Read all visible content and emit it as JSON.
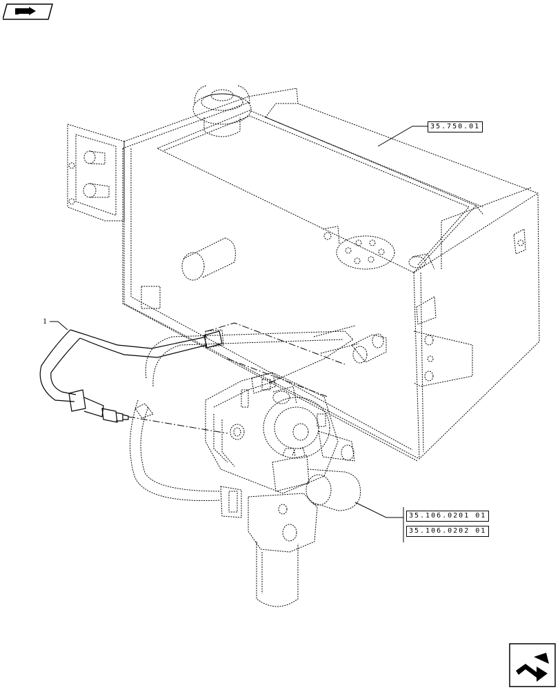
{
  "callouts": {
    "item_1": "1"
  },
  "references": {
    "tank": "35.750.01",
    "pump_a": "35.106.0201 01",
    "pump_b": "35.106.0202 01"
  },
  "icons": {
    "top_left": "book-arrow-icon",
    "bottom_right": "next-page-arrow-icon"
  }
}
